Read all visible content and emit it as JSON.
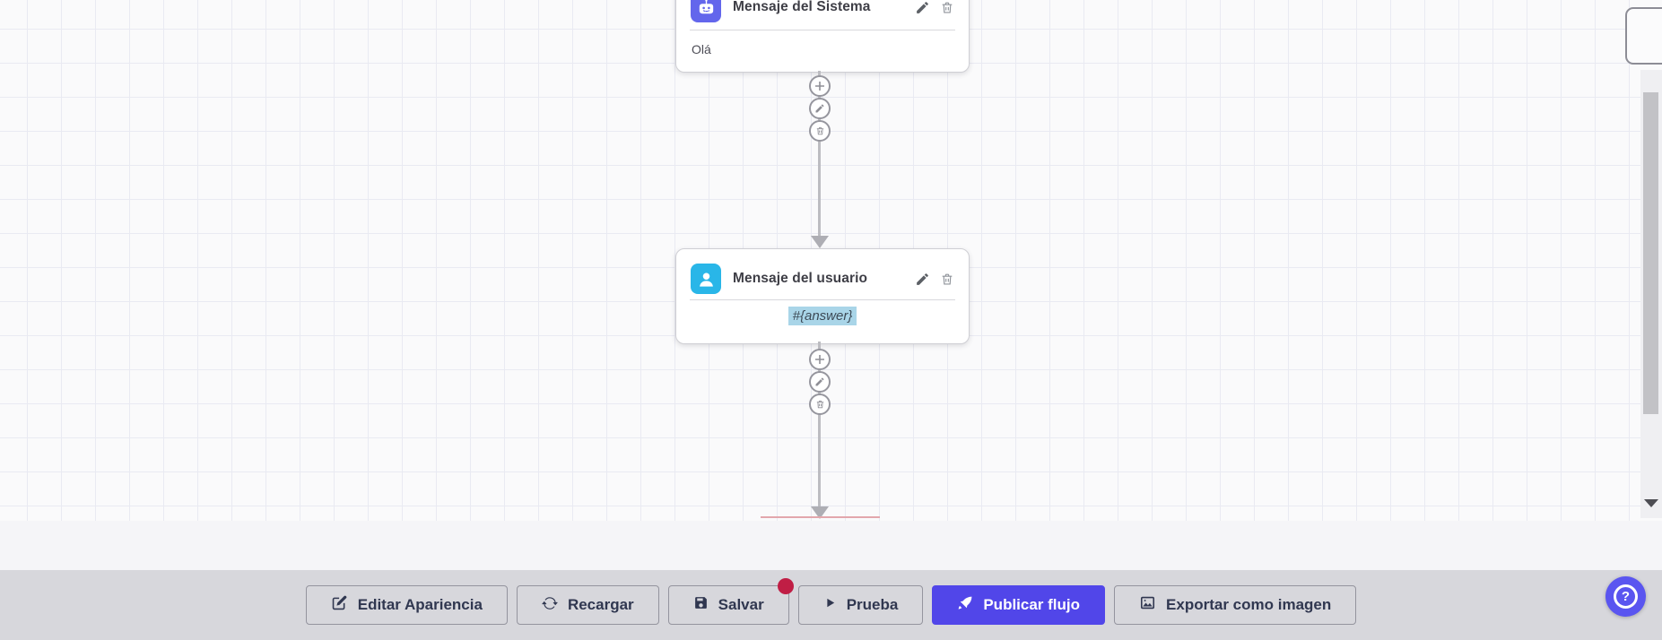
{
  "app": {
    "description": "chatbot flow builder canvas"
  },
  "colors": {
    "accent_indigo": "#5146e9",
    "system_node_icon_bg": "#6366ec",
    "user_node_icon_bg": "#29b6e8",
    "answer_highlight_bg": "#a9d5e8",
    "save_badge_red": "#c01e45",
    "toolbar_bg": "#d7d7dc",
    "canvas_bg": "#fafafb",
    "grid_line": "#e9eaf2"
  },
  "flow": {
    "nodes": [
      {
        "icon": "robot-icon",
        "title": "Mensaje del Sistema",
        "content": "Olá"
      },
      {
        "icon": "user-icon",
        "title": "Mensaje del usuario",
        "content": "#{answer}"
      }
    ],
    "node_actions": [
      "edit",
      "delete"
    ],
    "connector_actions": [
      "add",
      "edit",
      "delete"
    ]
  },
  "toolbar": {
    "buttons": [
      {
        "label": "Editar Apariencia",
        "icon": "edit-appearance-icon"
      },
      {
        "label": "Recargar",
        "icon": "refresh-icon"
      },
      {
        "label": "Salvar",
        "icon": "save-icon",
        "has_badge": true
      },
      {
        "label": "Prueba",
        "icon": "play-icon"
      },
      {
        "label": "Publicar flujo",
        "icon": "rocket-icon",
        "primary": true
      },
      {
        "label": "Exportar como imagen",
        "icon": "image-icon"
      }
    ]
  },
  "help_button": {
    "label": "?"
  }
}
